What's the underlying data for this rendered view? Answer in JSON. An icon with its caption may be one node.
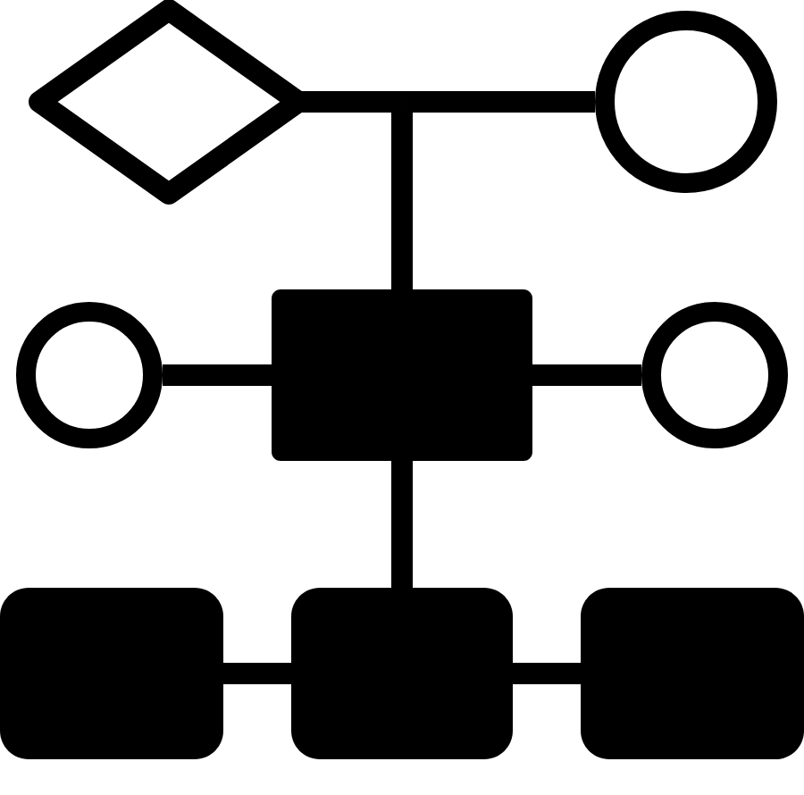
{
  "diagram": {
    "nodes": [
      {
        "text": [],
        "shape": "diamond"
      },
      {
        "text": [],
        "shape": "circle"
      },
      {
        "text": [],
        "shape": "box"
      },
      {
        "text": [],
        "shape": "circle"
      },
      {
        "text": [],
        "shape": "circle"
      },
      {
        "text": [],
        "shape": "box"
      },
      {
        "text": [],
        "shape": "box"
      },
      {
        "text": [],
        "shape": "box"
      }
    ],
    "edges": [
      {
        "from": 0,
        "to": 2,
        "arrow": "none"
      },
      {
        "from": 1,
        "to": 2,
        "arrow": "none"
      },
      {
        "from": 3,
        "to": 2,
        "arrow": "none"
      },
      {
        "from": 2,
        "to": 4,
        "arrow": "none"
      },
      {
        "from": 2,
        "to": 6,
        "arrow": "none"
      },
      {
        "from": 5,
        "to": 6,
        "arrow": "none"
      },
      {
        "from": 6,
        "to": 7,
        "arrow": "none"
      }
    ]
  }
}
